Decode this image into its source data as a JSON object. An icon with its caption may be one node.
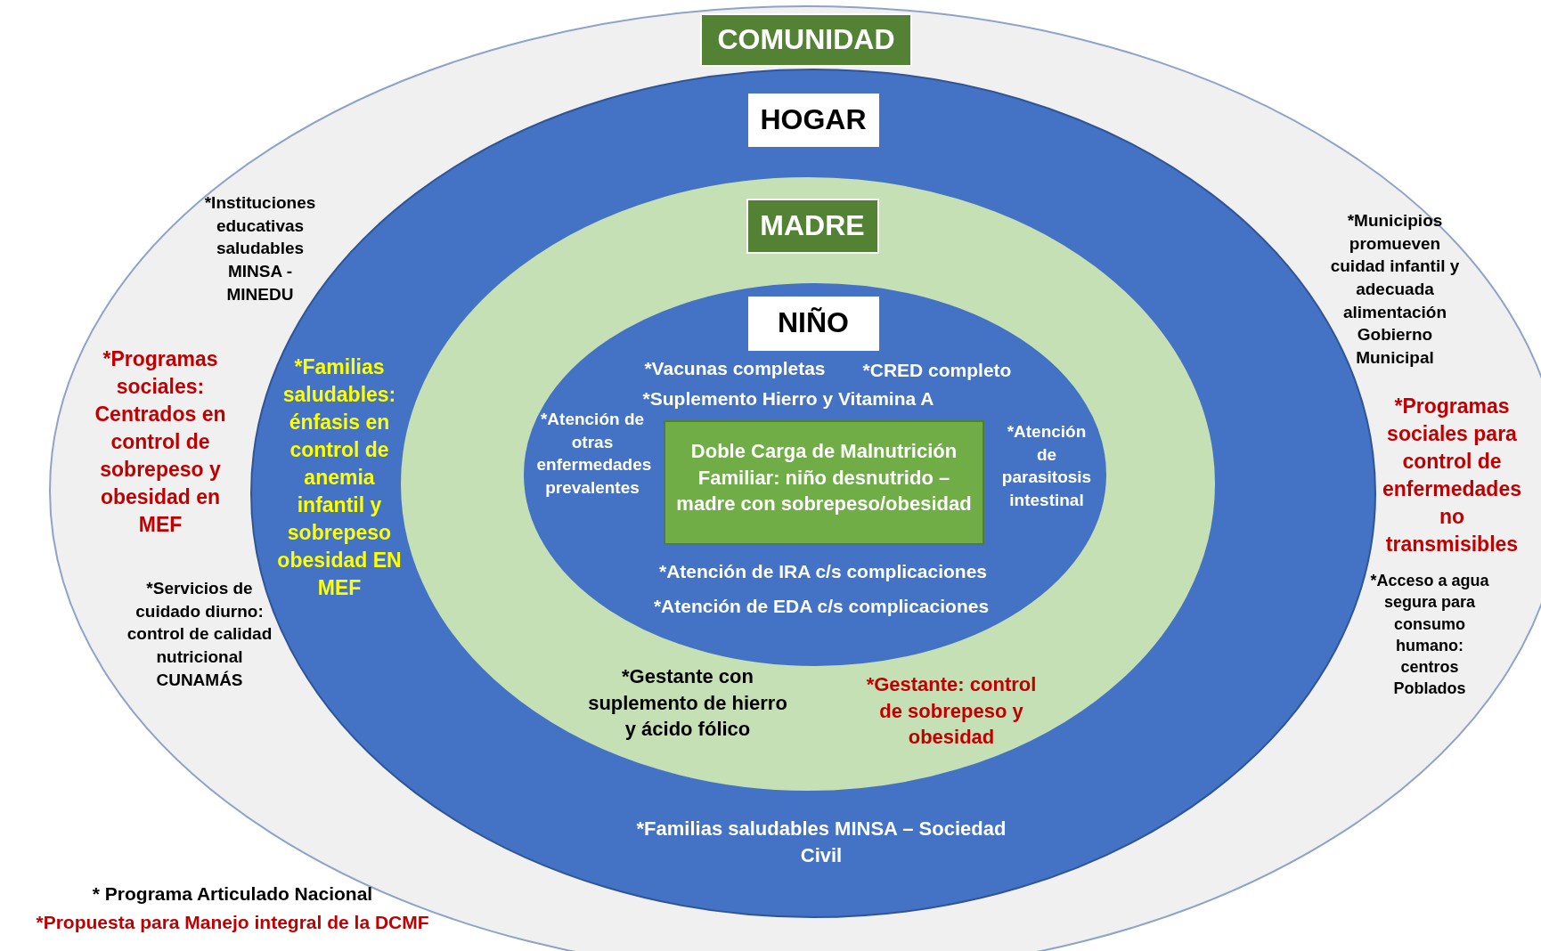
{
  "diagram": {
    "nodes": [
      {
        "text": [
          "*Instituciones educativas saludables MINSA - MINEDU",
          "*Programas sociales: Centrados en control de sobrepeso y obesidad en MEF",
          "*Servicios de cuidado diurno: control de calidad nutricional CUNAMÁS",
          "*Municipios promueven cuidad infantil y adecuada alimentación Gobierno Municipal",
          "*Programas sociales para control de enfermedades no transmisibles",
          "*Acceso a agua segura para consumo humano: centros Poblados"
        ]
      },
      {
        "text": [
          "COMUNIDAD"
        ],
        "in": 0
      },
      {
        "text": [
          "*Familias saludables: énfasis en control de anemia infantil y sobrepeso obesidad EN MEF",
          "*Familias saludables MINSA – Sociedad Civil"
        ],
        "in": 0
      },
      {
        "text": [
          "HOGAR"
        ],
        "in": 2
      },
      {
        "text": [
          "*Gestante con suplemento de hierro y ácido fólico",
          "*Gestante: control de sobrepeso y obesidad"
        ],
        "in": 2
      },
      {
        "text": [
          "MADRE"
        ],
        "in": 4
      },
      {
        "text": [
          "*Vacunas completas",
          "*CRED completo",
          "*Suplemento Hierro y Vitamina A",
          "*Atención de otras enfermedades prevalentes",
          "*Atención de parasitosis intestinal",
          "*Atención de IRA c/s complicaciones",
          "*Atención de EDA c/s complicaciones"
        ],
        "in": 4
      },
      {
        "text": [
          "NIÑO"
        ],
        "in": 6
      },
      {
        "text": [
          "Doble Carga de Malnutrición Familiar: niño desnutrido – madre con sobrepeso/obesidad"
        ],
        "in": 6
      }
    ],
    "edges": [],
    "labels": [
      "* Programa Articulado Nacional",
      "*Propuesta para Manejo integral de la DCMF"
    ]
  }
}
